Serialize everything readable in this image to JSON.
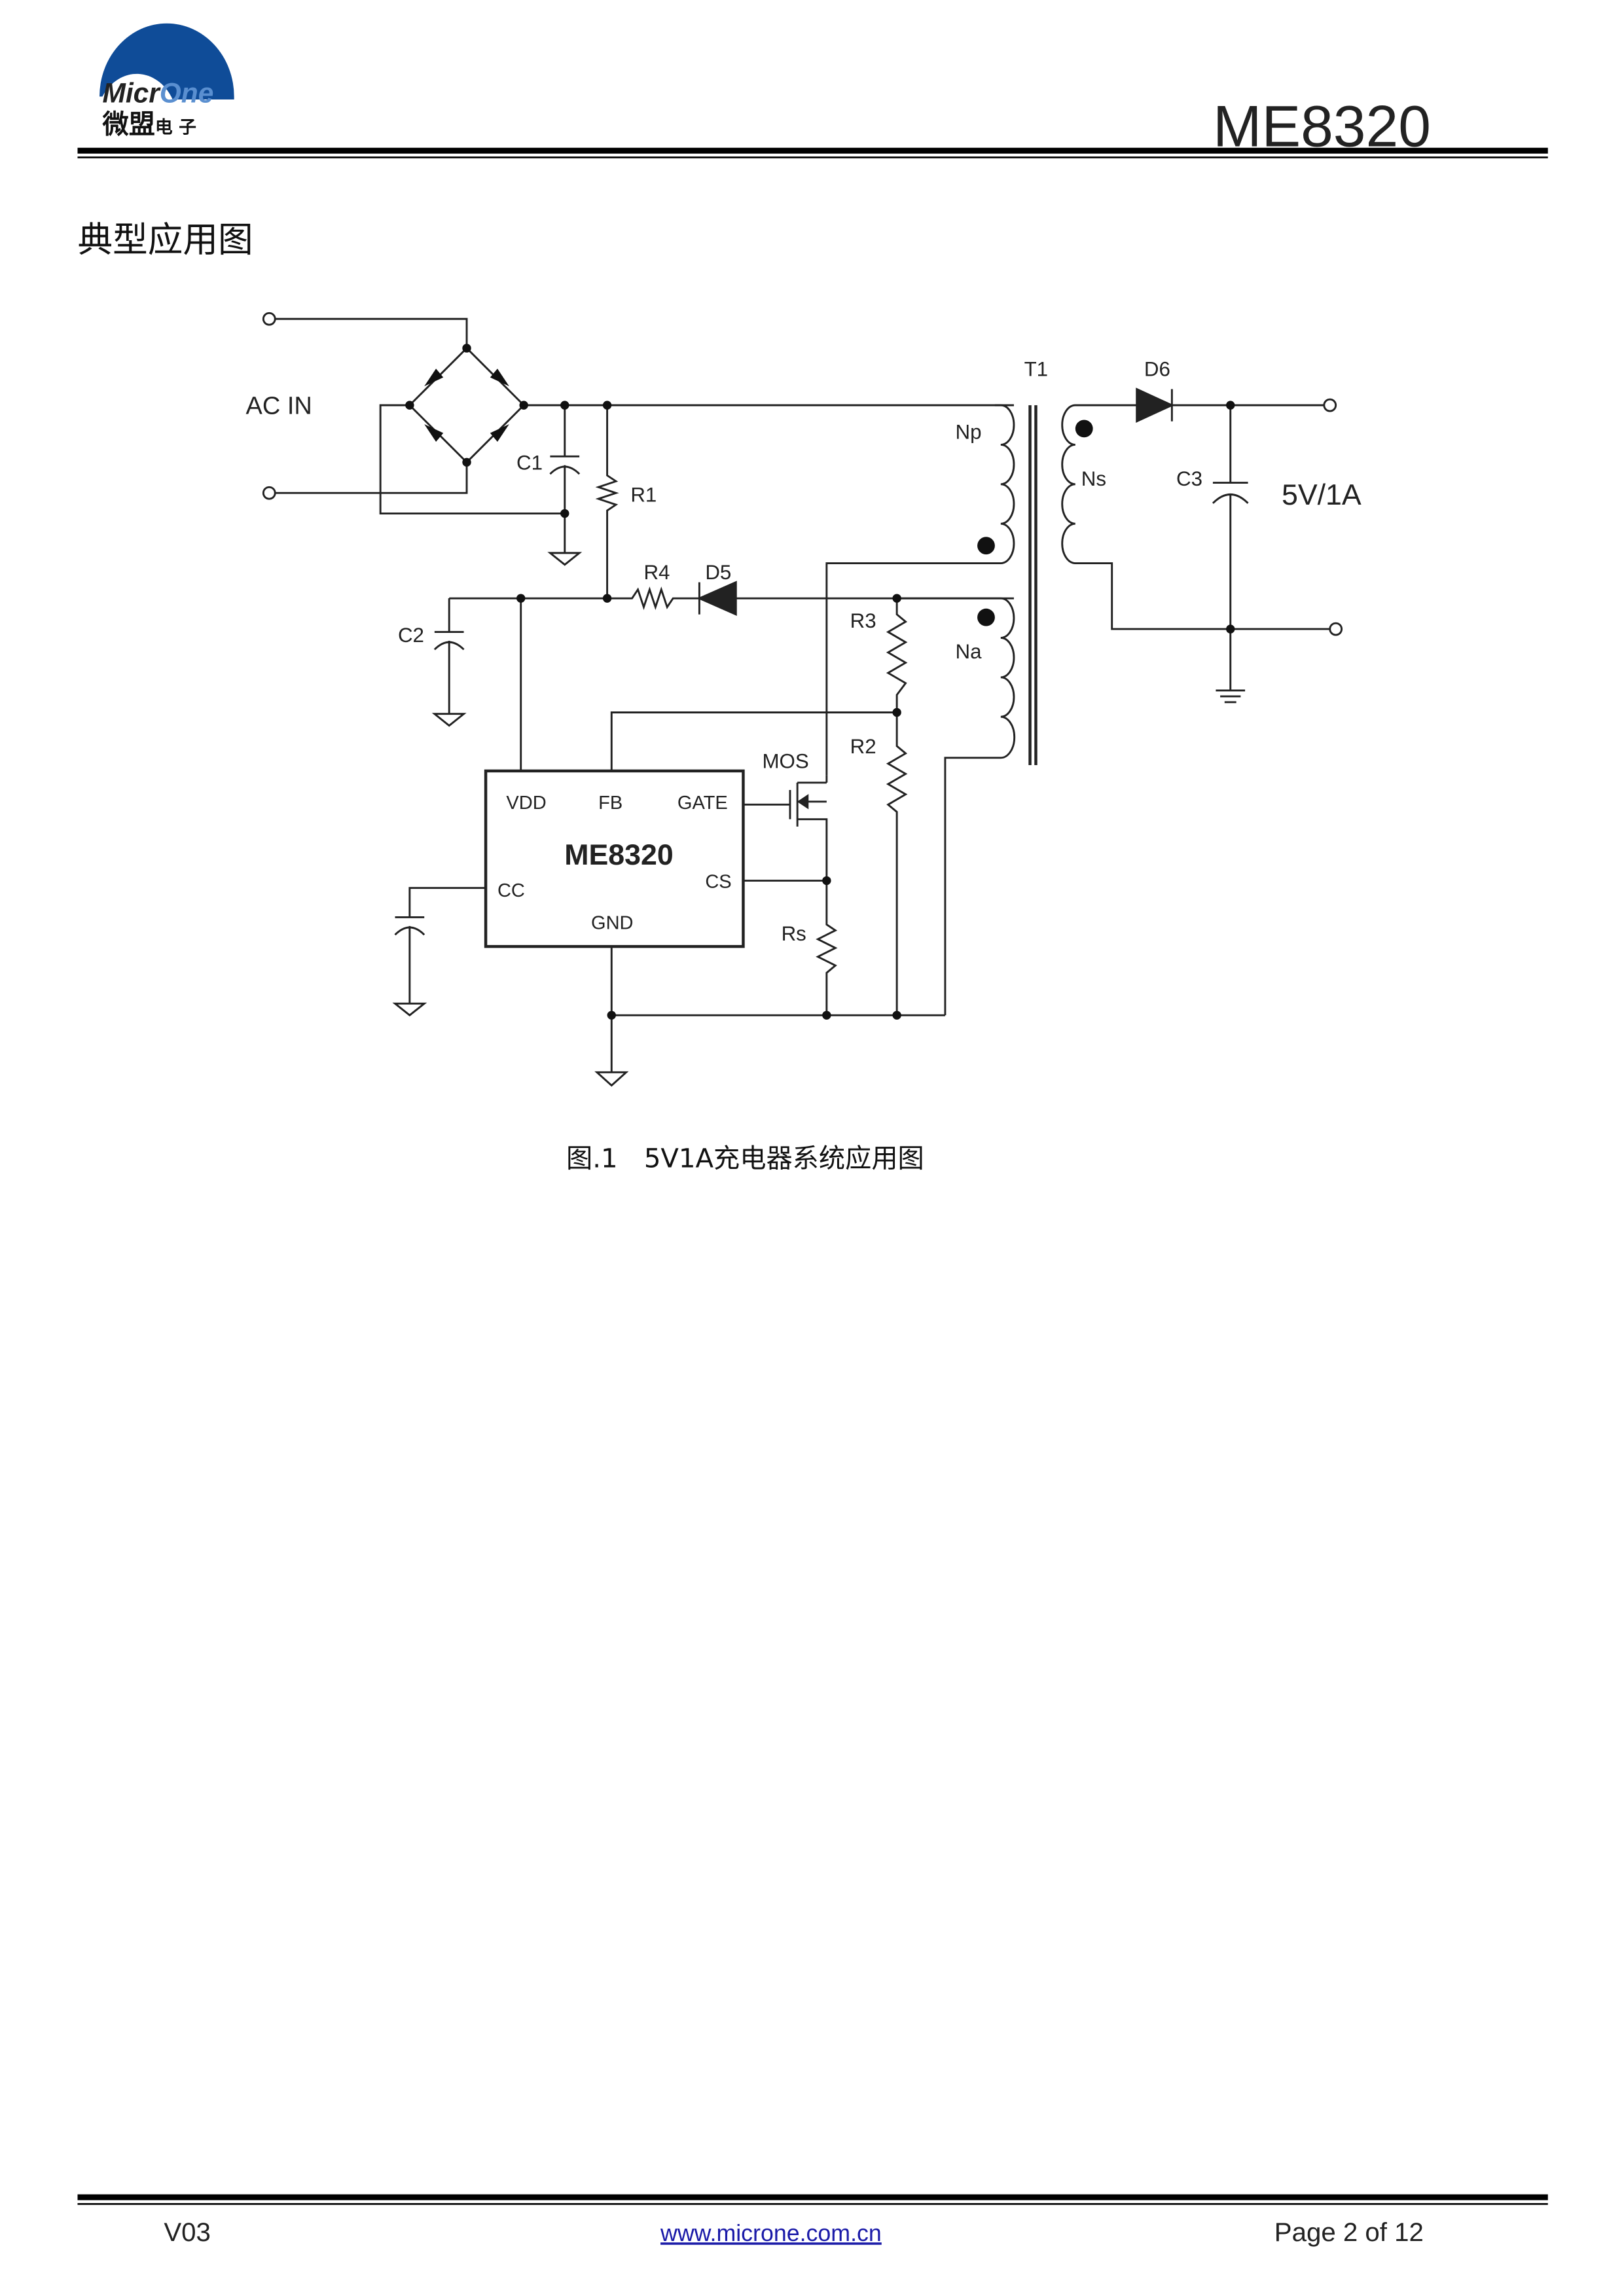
{
  "header": {
    "logo_text": "MicrOne",
    "logo_cn": "微盟电子",
    "part_number": "ME8320"
  },
  "section_title": "典型应用图",
  "circuit": {
    "ac_in": "AC IN",
    "c1": "C1",
    "r1": "R1",
    "r4": "R4",
    "d5": "D5",
    "c2": "C2",
    "t1": "T1",
    "d6": "D6",
    "np": "Np",
    "ns": "Ns",
    "na": "Na",
    "c3": "C3",
    "output": "5V/1A",
    "r3": "R3",
    "r2": "R2",
    "mos": "MOS",
    "rs": "Rs",
    "ic": {
      "name": "ME8320",
      "vdd": "VDD",
      "fb": "FB",
      "gate": "GATE",
      "cc": "CC",
      "cs": "CS",
      "gnd": "GND"
    }
  },
  "caption": {
    "fig": "图.1",
    "text": "5V1A充电器系统应用图"
  },
  "footer": {
    "version": "V03",
    "link": "www.microne.com.cn",
    "page": "Page 2 of 12"
  },
  "colors": {
    "logo_blue": "#0f4c98",
    "link": "#1a1aa8"
  }
}
